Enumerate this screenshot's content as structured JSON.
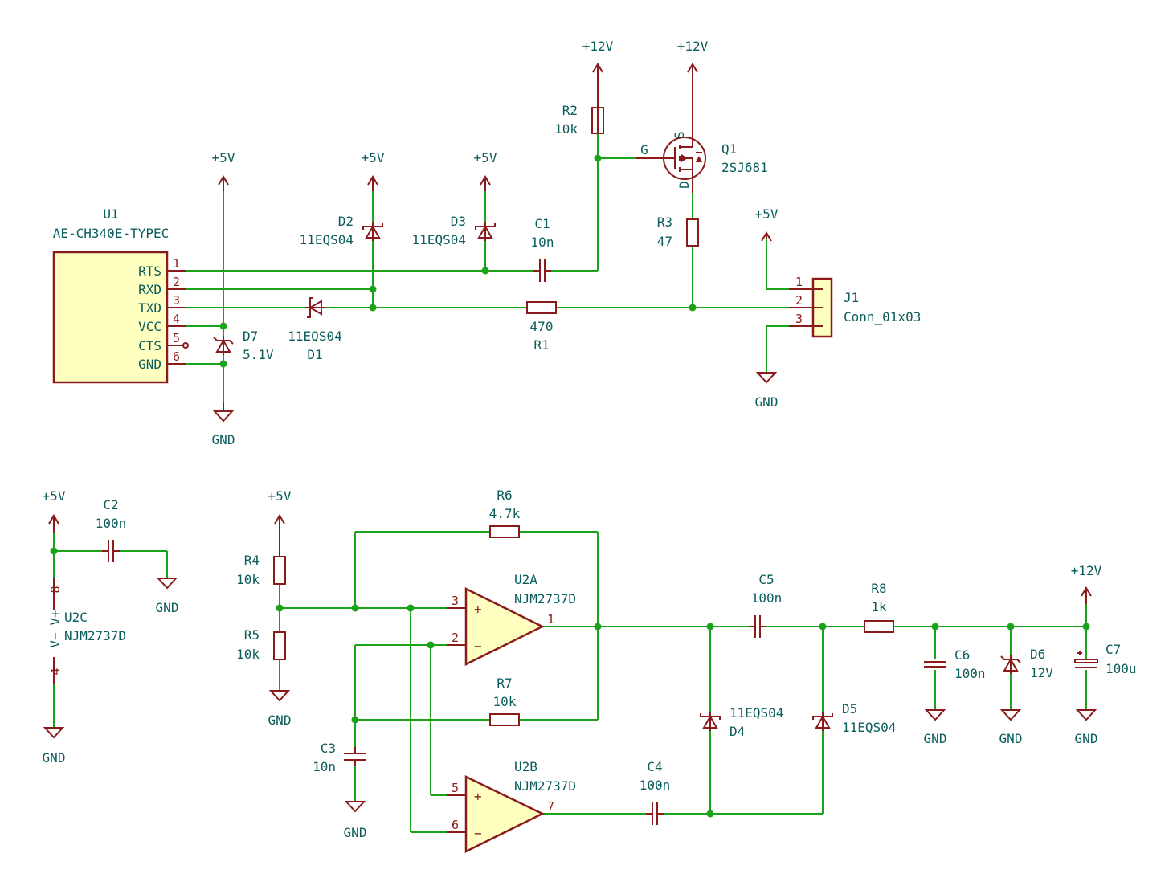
{
  "u1": {
    "ref": "U1",
    "value": "AE-CH340E-TYPEC",
    "pins": [
      {
        "num": "1",
        "name": "RTS"
      },
      {
        "num": "2",
        "name": "RXD"
      },
      {
        "num": "3",
        "name": "TXD"
      },
      {
        "num": "4",
        "name": "VCC"
      },
      {
        "num": "5",
        "name": "CTS"
      },
      {
        "num": "6",
        "name": "GND"
      }
    ]
  },
  "d1": {
    "ref": "D1",
    "value": "11EQS04"
  },
  "d2": {
    "ref": "D2",
    "value": "11EQS04"
  },
  "d3": {
    "ref": "D3",
    "value": "11EQS04"
  },
  "d4": {
    "ref": "D4",
    "value": "11EQS04"
  },
  "d5": {
    "ref": "D5",
    "value": "11EQS04"
  },
  "d6": {
    "ref": "D6",
    "value": "12V"
  },
  "d7": {
    "ref": "D7",
    "value": "5.1V"
  },
  "c1": {
    "ref": "C1",
    "value": "10n"
  },
  "c2": {
    "ref": "C2",
    "value": "100n"
  },
  "c3": {
    "ref": "C3",
    "value": "10n"
  },
  "c4": {
    "ref": "C4",
    "value": "100n"
  },
  "c5": {
    "ref": "C5",
    "value": "100n"
  },
  "c6": {
    "ref": "C6",
    "value": "100n"
  },
  "c7": {
    "ref": "C7",
    "value": "100u"
  },
  "r1": {
    "ref": "R1",
    "value": "470"
  },
  "r2": {
    "ref": "R2",
    "value": "10k"
  },
  "r3": {
    "ref": "R3",
    "value": "47"
  },
  "r4": {
    "ref": "R4",
    "value": "10k"
  },
  "r5": {
    "ref": "R5",
    "value": "10k"
  },
  "r6": {
    "ref": "R6",
    "value": "4.7k"
  },
  "r7": {
    "ref": "R7",
    "value": "10k"
  },
  "r8": {
    "ref": "R8",
    "value": "1k"
  },
  "q1": {
    "ref": "Q1",
    "value": "2SJ681",
    "pin_g": "G",
    "pin_s": "S",
    "pin_d": "D"
  },
  "j1": {
    "ref": "J1",
    "value": "Conn_01x03",
    "pins": [
      "1",
      "2",
      "3"
    ]
  },
  "u2a": {
    "ref": "U2A",
    "value": "NJM2737D",
    "pin_in_p": "3",
    "pin_in_n": "2",
    "pin_out": "1",
    "plus": "+",
    "minus": "−"
  },
  "u2b": {
    "ref": "U2B",
    "value": "NJM2737D",
    "pin_in_p": "5",
    "pin_in_n": "6",
    "pin_out": "7",
    "plus": "+",
    "minus": "−"
  },
  "u2c": {
    "ref": "U2C",
    "value": "NJM2737D",
    "pin_vp": "8",
    "pin_vn": "4",
    "label_vp": "V+",
    "label_vn": "V−"
  },
  "power": {
    "p5": "+5V",
    "p12": "+12V",
    "gnd": "GND"
  },
  "colors": {
    "wire": "#1aa319",
    "symbol": "#8b1a1a",
    "label": "#0b5c5c",
    "body_fill": "#ffffc0"
  }
}
